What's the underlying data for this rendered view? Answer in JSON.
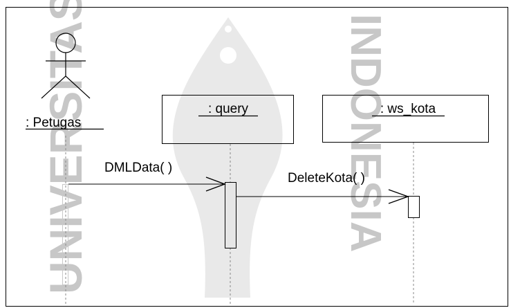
{
  "watermark": {
    "left_text": "UNIVERSITAS",
    "right_text": "INDONESIA",
    "color": "#d9d9d9"
  },
  "actor": {
    "name": ": Petugas",
    "icon": "stick-figure-actor-icon"
  },
  "objects": [
    {
      "name": ": query"
    },
    {
      "name": ": ws_kota"
    }
  ],
  "messages": [
    {
      "label": "DMLData( )",
      "from": "Petugas",
      "to": "query"
    },
    {
      "label": "DeleteKota( )",
      "from": "query",
      "to": "ws_kota"
    }
  ],
  "colors": {
    "line": "#000000",
    "activation_fill": "#e6e6e6"
  }
}
